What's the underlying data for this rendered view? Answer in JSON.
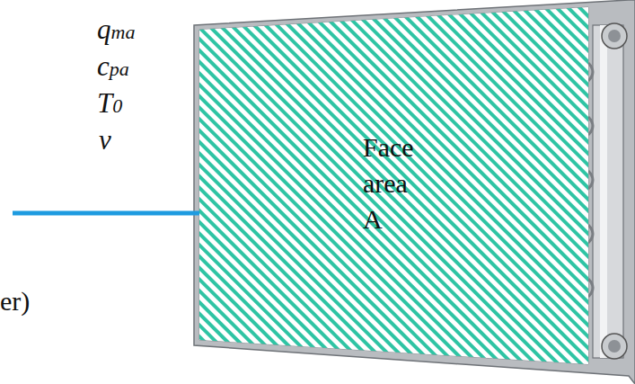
{
  "diagram": {
    "nodes": [
      {
        "text": [
          "Face area A"
        ]
      }
    ],
    "labels": [
      "qma",
      "cpa",
      "T0",
      "v",
      "er)"
    ]
  }
}
